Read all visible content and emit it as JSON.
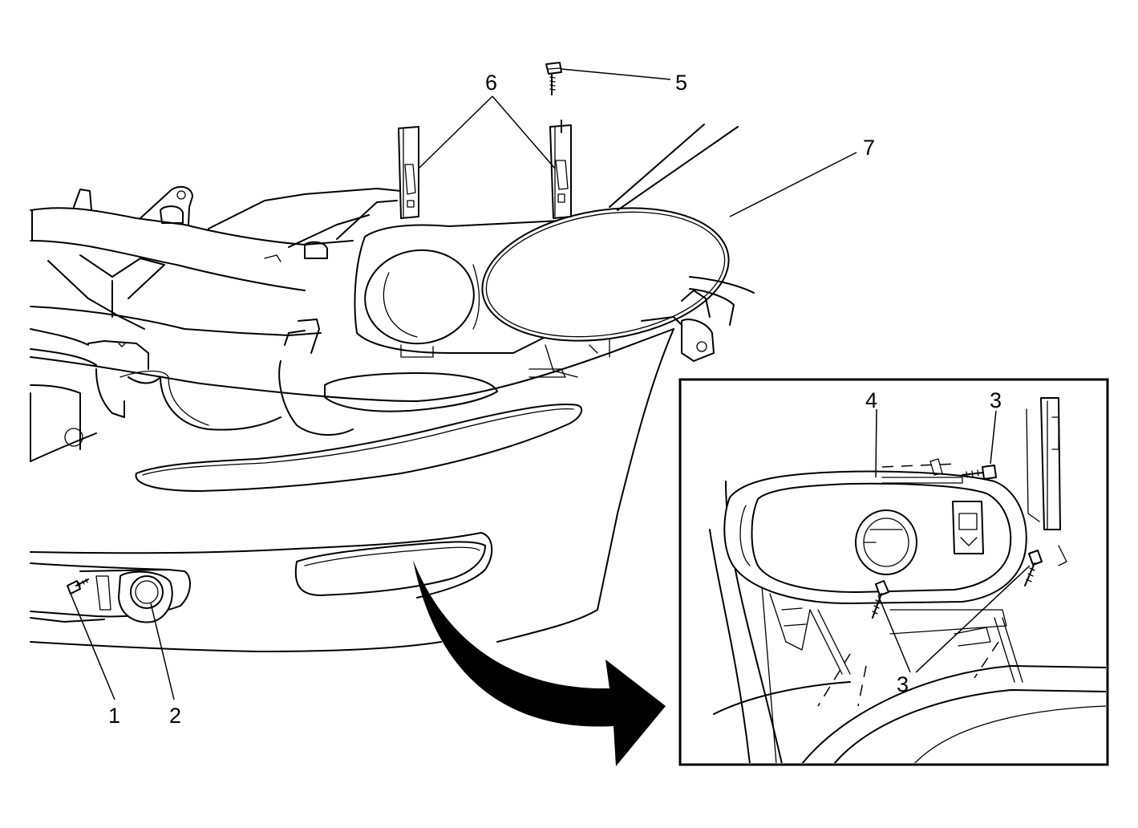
{
  "callouts": {
    "c1": "1",
    "c2": "2",
    "c3a": "3",
    "c3b": "3",
    "c4": "4",
    "c5": "5",
    "c6": "6",
    "c7": "7"
  }
}
